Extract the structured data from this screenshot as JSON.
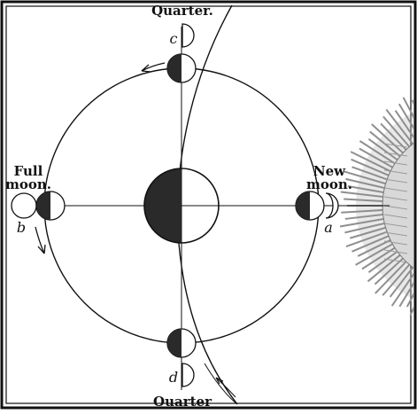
{
  "labels": {
    "top_quarter": "Quarter.",
    "bottom_quarter": "Quarter",
    "full_moon_line1": "Full",
    "full_moon_line2": "moon.",
    "new_moon_line1": "New",
    "new_moon_line2": "moon.",
    "letter_a": "a",
    "letter_b": "b",
    "letter_c": "c",
    "letter_d": "d"
  },
  "colors": {
    "ink": "#111111",
    "shadow": "#2a2a2a",
    "paper": "#ffffff",
    "sun_rays": "#8f8f8f",
    "sun_glow": "#bdbdbd"
  }
}
